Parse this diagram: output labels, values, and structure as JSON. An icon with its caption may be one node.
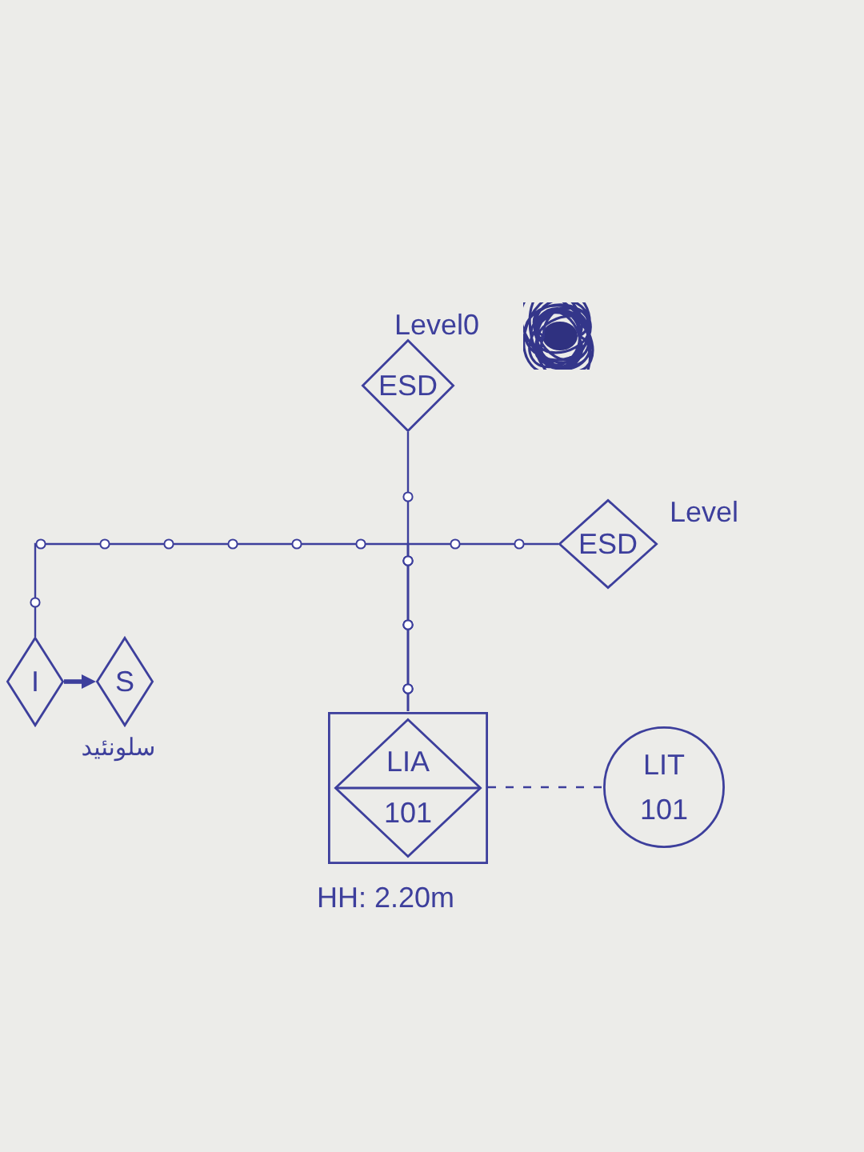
{
  "diagram": {
    "nodes": [
      {
        "text": [
          "ESD"
        ],
        "beside": [
          "Level0"
        ]
      },
      {
        "text": [
          "ESD"
        ],
        "beside": [
          "Level"
        ]
      },
      {
        "text": [
          "I"
        ]
      },
      {
        "text": [
          "S"
        ],
        "beside": [
          "سلونئید"
        ]
      },
      {
        "text": [],
        "shape": "box",
        "beside": [
          "HH: 2.20m"
        ]
      },
      {
        "text": [
          "LIA",
          "101"
        ],
        "in": 4
      },
      {
        "text": [
          "LIT",
          "101"
        ]
      }
    ],
    "edges": [
      {
        "from": 4,
        "to": 0,
        "arrow": "none"
      },
      {
        "from": 4,
        "to": 1,
        "arrow": "none"
      },
      {
        "from": 4,
        "to": 2,
        "arrow": "none"
      },
      {
        "from": 2,
        "to": 3,
        "arrow": "to",
        "style": "thick"
      },
      {
        "from": 4,
        "to": 6,
        "arrow": "none",
        "style": "dashed"
      }
    ]
  }
}
